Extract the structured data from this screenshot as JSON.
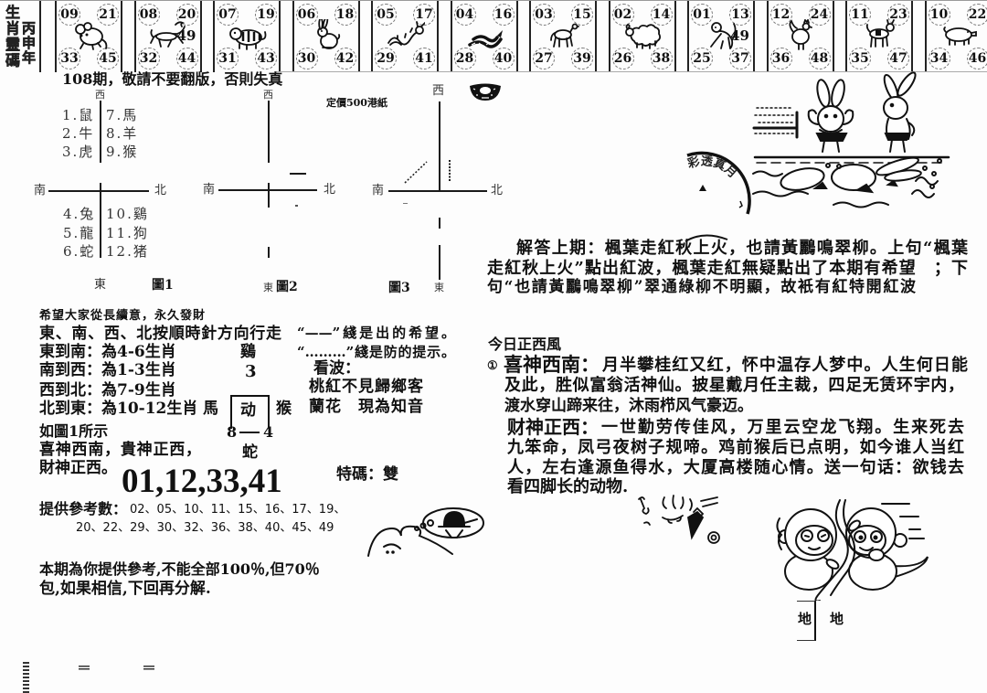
{
  "header": {
    "title_vertical": "生肖靈碼",
    "year_vertical": "丙申年",
    "cells": [
      {
        "zodiac": "rat",
        "icon": "rat-icon",
        "numbers": [
          "09",
          "21",
          "33",
          "45"
        ]
      },
      {
        "zodiac": "ox",
        "icon": "ox-icon",
        "numbers": [
          "08",
          "20",
          "32",
          "44"
        ],
        "extra": "49"
      },
      {
        "zodiac": "tiger",
        "icon": "tiger-icon",
        "numbers": [
          "07",
          "19",
          "31",
          "43"
        ]
      },
      {
        "zodiac": "rabbit",
        "icon": "rabbit-icon",
        "numbers": [
          "06",
          "18",
          "30",
          "42"
        ]
      },
      {
        "zodiac": "dragon",
        "icon": "dragon-icon",
        "numbers": [
          "05",
          "17",
          "29",
          "41"
        ]
      },
      {
        "zodiac": "snake",
        "icon": "snake-icon",
        "numbers": [
          "04",
          "16",
          "28",
          "40"
        ]
      },
      {
        "zodiac": "horse",
        "icon": "horse-icon",
        "numbers": [
          "03",
          "15",
          "27",
          "39"
        ]
      },
      {
        "zodiac": "goat",
        "icon": "goat-icon",
        "numbers": [
          "02",
          "14",
          "26",
          "38"
        ]
      },
      {
        "zodiac": "monkey",
        "icon": "monkey-icon",
        "numbers": [
          "01",
          "13",
          "25",
          "37"
        ],
        "extra": "49"
      },
      {
        "zodiac": "rooster",
        "icon": "rooster-icon",
        "numbers": [
          "12",
          "24",
          "36",
          "48"
        ]
      },
      {
        "zodiac": "dog",
        "icon": "dog-icon",
        "numbers": [
          "11",
          "23",
          "35",
          "47"
        ]
      },
      {
        "zodiac": "pig",
        "icon": "pig-icon",
        "numbers": [
          "10",
          "22",
          "34",
          "46"
        ]
      }
    ]
  },
  "notice": "108期，敬請不要翻版，否則失真",
  "price": "定價500港紙",
  "diagrams": [
    {
      "caption": "圖1",
      "west": "西",
      "south": "南",
      "north": "北",
      "east": "東",
      "upper_left": [
        "1.鼠",
        "2.牛",
        "3.虎"
      ],
      "upper_right": [
        "7.馬",
        "8.羊",
        "9.猴"
      ],
      "lower_left": [
        "4.兔",
        "5.龍",
        "6.蛇"
      ],
      "lower_right": [
        "10.鷄",
        "11.狗",
        "12.猪"
      ]
    },
    {
      "caption": "圖2",
      "west": "西",
      "south": "南",
      "north": "北",
      "east": "東"
    },
    {
      "caption": "圖3",
      "west": "西",
      "south": "南",
      "north": "北",
      "east": "東"
    }
  ],
  "left_text": {
    "wish": "希望大家從長續意，永久發財",
    "direction_rule": "東、南、西、北按順時針方向行走",
    "legend_solid": "“——”綫是出的希望。",
    "legend_dotted": "“………”綫是防的提示。",
    "rules": [
      "東到南：為4-6生肖",
      "南到西：為1-3生肖",
      "西到北：為7-9生肖",
      "北到東：為10-12生肖"
    ],
    "see_figure": "如圖1所示",
    "gods_line1": "喜神西南，貴神正西，",
    "gods_line2": "財神正西。"
  },
  "puzzle": {
    "top": "鷄",
    "number": "3",
    "left": "馬",
    "box": "动",
    "right": "猴",
    "bottom_left": "8",
    "bottom_right": "4",
    "bottom": "蛇"
  },
  "wave_hint": {
    "label": "看波：",
    "line1": "桃紅不見歸鄉客",
    "line2": "蘭花　現為知音"
  },
  "main_numbers": "01,12,33,41",
  "special_code": "特碼：雙",
  "reference": {
    "label": "提供參考數：",
    "row1": "02、05、10、11、15、16、17、19、",
    "row2": "20、22、29、30、32、36、38、40、45、49"
  },
  "disclaimer": [
    "本期為你提供參考,不能全部100％,但70％",
    "包,如果相信,下回再分解."
  ],
  "answer": {
    "lines": [
      "解答上期：楓葉走紅秋上火，也請黃鸝鳴翠柳。上句“楓葉",
      "走紅秋上火”點出紅波，楓葉走紅無疑點出了本期有希望　；下",
      "句“也請黃鸝鳴翠柳”翠通綠柳不明顯，故衹有紅特開紅波"
    ]
  },
  "today": {
    "title": "今日正西風",
    "marker": "①",
    "xishen_label": "喜神西南：",
    "xishen_lines": [
      "月半攀桂红又红，怀中温存人梦中。人生何日能",
      "及此，胜似富翁活神仙。披星戴月任主裁，四足无赁环宇内，",
      "渡水穿山蹄来往，沐雨栉风气豪迈。"
    ],
    "caishen_label": "财神正西：",
    "caishen_lines": [
      "一世勤劳传佳风，万里云空龙飞翔。生来死去",
      "九笨命，凤弓夜树子规啼。鸡前猴后已点明，如今谁人当红",
      "人，左右逢源鱼得水，大厦高楼随心情。送一句话：欲钱去",
      "看四脚长的动物."
    ]
  },
  "earth_box": {
    "inner": "地",
    "outer": "地"
  },
  "stamp": {
    "text": "彩透真月"
  },
  "colors": {
    "ink": "#111111",
    "paper": "#fdfdfd",
    "rule": "#9a9a9a"
  }
}
